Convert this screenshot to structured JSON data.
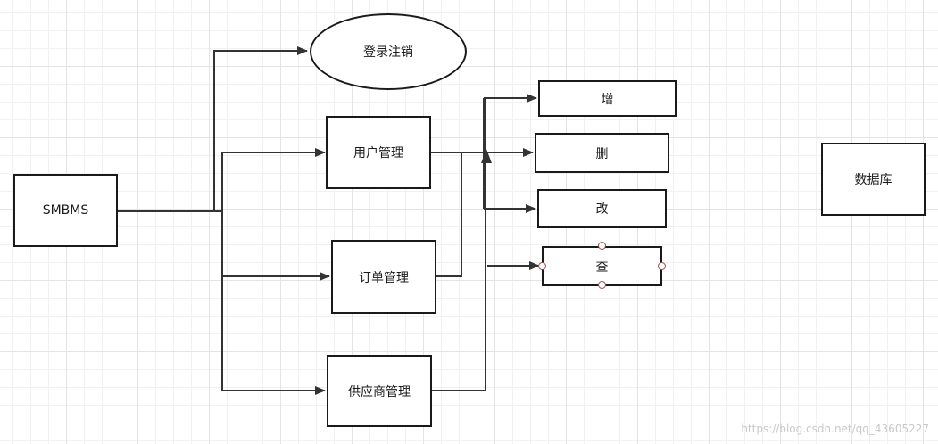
{
  "nodes": {
    "smbms": "SMBMS",
    "login": "登录注销",
    "user_mgmt": "用户管理",
    "order_mgmt": "订单管理",
    "supplier_mgmt": "供应商管理",
    "add": "增",
    "delete": "删",
    "update": "改",
    "query": "查",
    "database": "数据库"
  },
  "watermark": "https://blog.csdn.net/qq_43605227",
  "colors": {
    "line": "#333333",
    "border": "#1a1a1a",
    "grid": "#e4e4e4",
    "handle": "#9a4a4a"
  }
}
